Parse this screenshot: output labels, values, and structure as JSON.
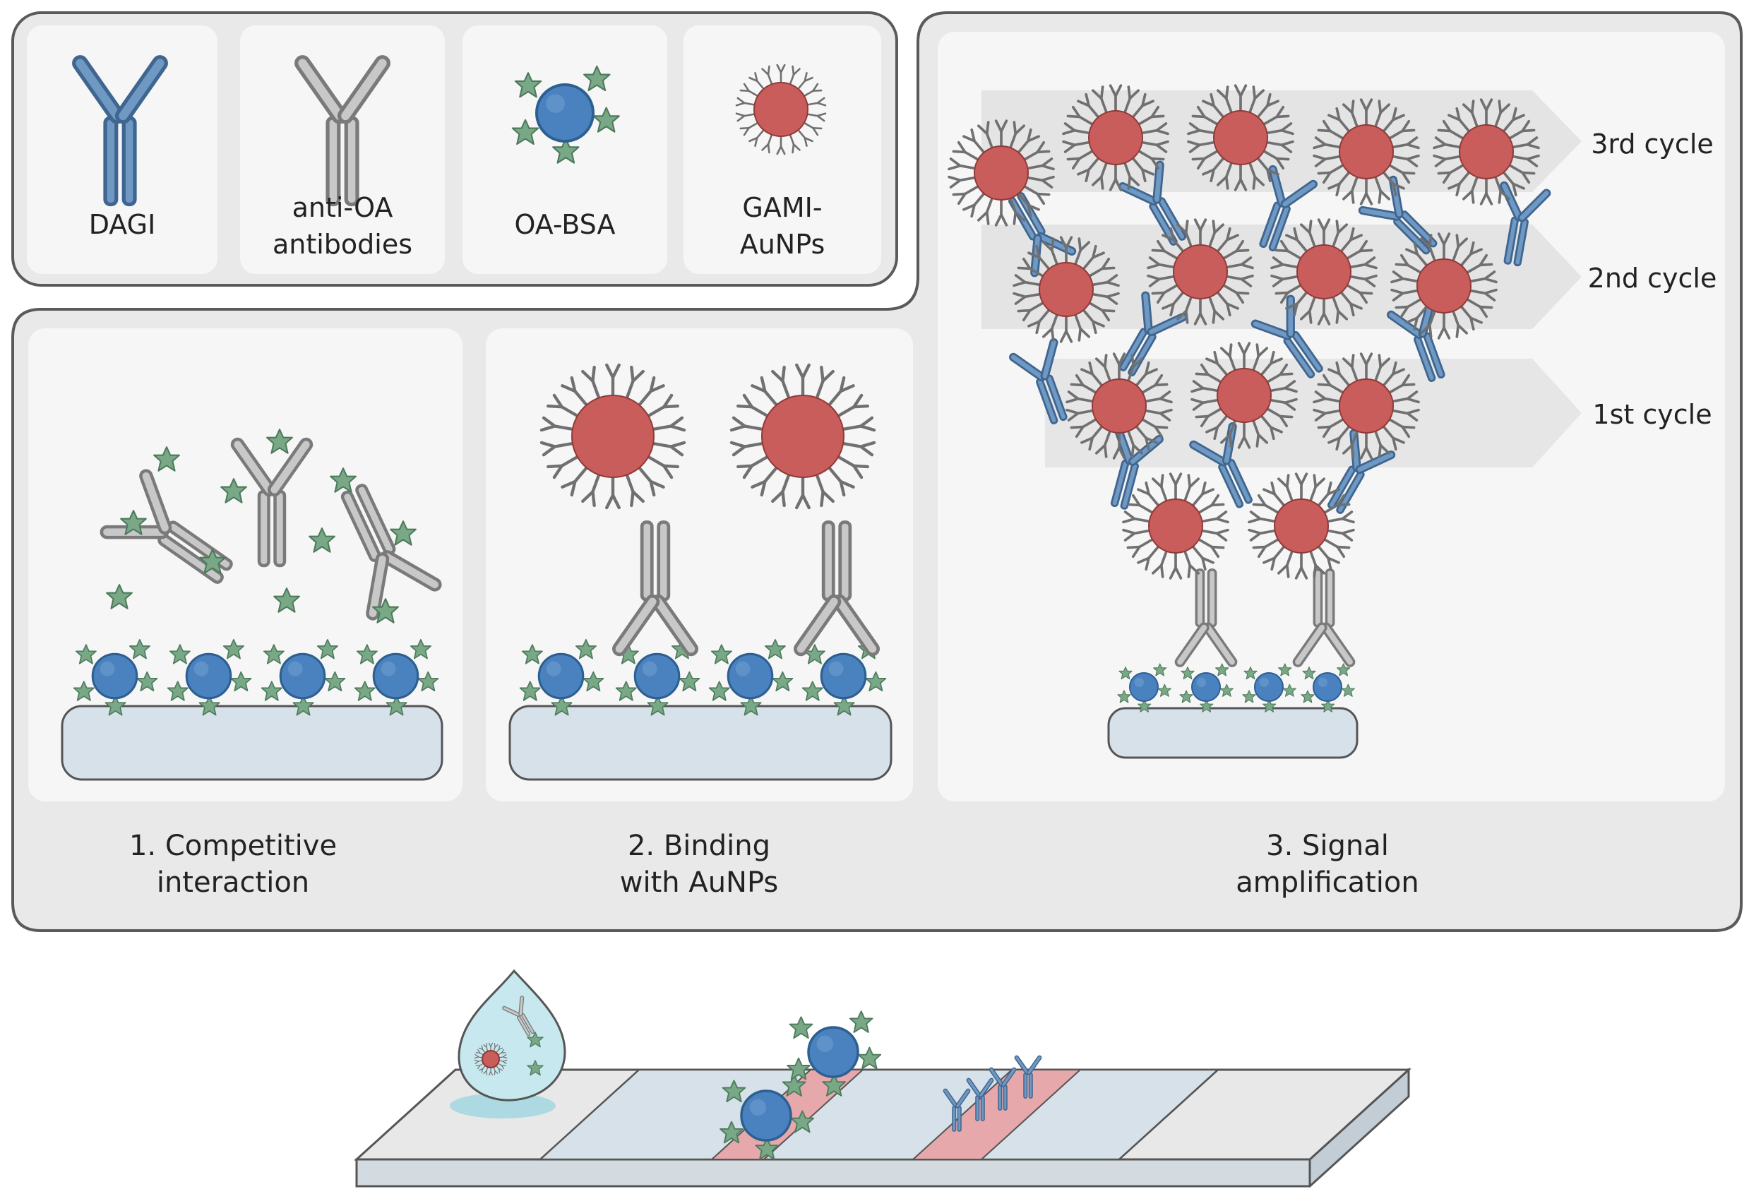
{
  "legend": {
    "items": [
      {
        "line1": "DAGI",
        "line2": ""
      },
      {
        "line1": "anti-OA",
        "line2": "antibodies"
      },
      {
        "line1": "OA-BSA",
        "line2": ""
      },
      {
        "line1": "GAMI-",
        "line2": "AuNPs"
      }
    ]
  },
  "steps": [
    {
      "line1": "1. Competitive",
      "line2": "interaction"
    },
    {
      "line1": "2. Binding",
      "line2": "with AuNPs"
    },
    {
      "line1": "3. Signal",
      "line2": "amplification"
    }
  ],
  "cycles": [
    "3rd cycle",
    "2nd cycle",
    "1st cycle"
  ],
  "colors": {
    "dagi": "#5b86b3",
    "anti_oa": "#a9a9a9",
    "bsa": "#4a82bf",
    "star": "#79a887",
    "aunp": "#c85d5b",
    "substrate": "#d6e1ea",
    "line_pink": "#e6a8aa"
  }
}
